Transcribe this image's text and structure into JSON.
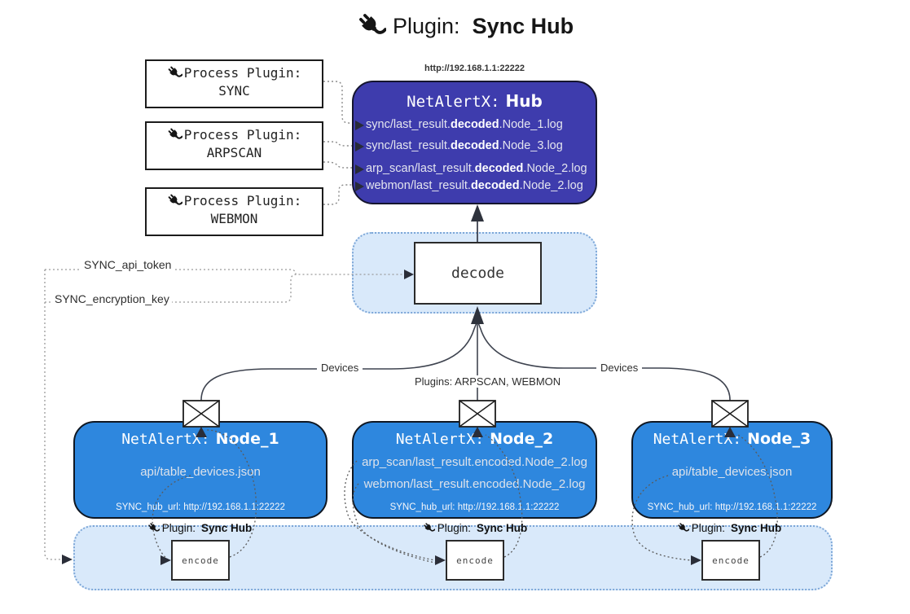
{
  "title": {
    "label": "Plugin:",
    "name": "Sync Hub"
  },
  "icons": {
    "plug": "plug-icon",
    "envelope": "envelope-icon",
    "arrow_right": "triangle-right",
    "arrow_up": "triangle-up"
  },
  "colors": {
    "hub_bg": "#3e3cad",
    "node_bg": "#2e87de",
    "panel_bg": "#d9e9fa",
    "panel_border": "#7da7d8",
    "edge_line": "#3f4450",
    "dotted_line": "#8a8a8a"
  },
  "hub": {
    "url": "http://192.168.1.1:22222",
    "name_prefix": "NetAlertX:",
    "name": "Hub",
    "logs": [
      {
        "pre": "sync/last_result.",
        "bold": "decoded",
        "post": ".Node_1.log"
      },
      {
        "pre": "sync/last_result.",
        "bold": "decoded",
        "post": ".Node_3.log"
      },
      {
        "pre": "arp_scan/last_result.",
        "bold": "decoded",
        "post": ".Node_2.log"
      },
      {
        "pre": "webmon/last_result.",
        "bold": "decoded",
        "post": ".Node_2.log"
      }
    ]
  },
  "process_plugins": [
    {
      "label": "Process Plugin:",
      "name": "SYNC"
    },
    {
      "label": "Process Plugin:",
      "name": "ARPSCAN"
    },
    {
      "label": "Process Plugin:",
      "name": "WEBMON"
    }
  ],
  "settings": {
    "api_token": "SYNC_api_token",
    "encryption_key": "SYNC_encryption_key"
  },
  "decode": {
    "label": "decode"
  },
  "edge_labels": {
    "devices_left": "Devices",
    "plugins_center": "Plugins: ARPSCAN, WEBMON",
    "devices_right": "Devices"
  },
  "nodes": [
    {
      "name_prefix": "NetAlertX:",
      "name": "Node_1",
      "files": [
        "api/table_devices.json"
      ],
      "hub_url": "SYNC_hub_url: http://192.168.1.1:22222"
    },
    {
      "name_prefix": "NetAlertX:",
      "name": "Node_2",
      "files": [
        "arp_scan/last_result.encoded.Node_2.log",
        "webmon/last_result.encoded.Node_2.log"
      ],
      "hub_url": "SYNC_hub_url: http://192.168.1.1:22222"
    },
    {
      "name_prefix": "NetAlertX:",
      "name": "Node_3",
      "files": [
        "api/table_devices.json"
      ],
      "hub_url": "SYNC_hub_url: http://192.168.1.1:22222"
    }
  ],
  "encoders": [
    {
      "plugin_label": "Plugin:",
      "plugin_name": "Sync Hub",
      "box_label": "encode"
    },
    {
      "plugin_label": "Plugin:",
      "plugin_name": "Sync Hub",
      "box_label": "encode"
    },
    {
      "plugin_label": "Plugin:",
      "plugin_name": "Sync Hub",
      "box_label": "encode"
    }
  ]
}
